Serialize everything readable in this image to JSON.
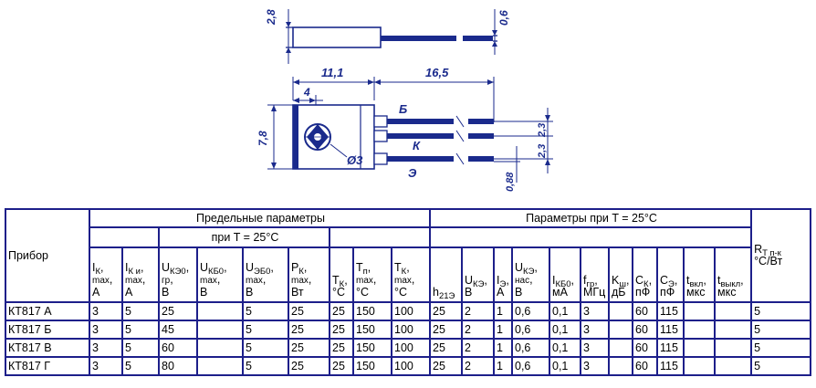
{
  "drawing": {
    "dims": {
      "thickness": "2,8",
      "lead_thickness": "0,6",
      "body_length": "11,1",
      "lead_length": "16,5",
      "hole_offset": "4",
      "height": "7,8",
      "pitch_1": "2,3",
      "pitch_2": "2,3",
      "lead_width": "0,88",
      "hole_diameter": "Ø3"
    },
    "pin_labels": {
      "base": "Б",
      "collector": "К",
      "emitter": "Э"
    }
  },
  "table": {
    "header": {
      "device": "Прибор",
      "limit_params": "Предельные параметры",
      "limit_sub": "при T = 25°C",
      "params_at": "Параметры при T = 25°C",
      "rt": {
        "main": "R",
        "sub": "T п-к",
        "unit": "°С/Вт"
      }
    },
    "columns": [
      {
        "main": "I",
        "sub": "К",
        "tail": "max",
        "unit": "А"
      },
      {
        "main": "I",
        "sub": "К и",
        "tail": "max",
        "unit": "А"
      },
      {
        "main": "U",
        "sub": "КЭ0",
        "tail": "гр",
        "unit": "В"
      },
      {
        "main": "U",
        "sub": "КБ0",
        "tail": "max",
        "unit": "В"
      },
      {
        "main": "U",
        "sub": "ЭБ0",
        "tail": "max",
        "unit": "В"
      },
      {
        "main": "P",
        "sub": "К",
        "tail": "max",
        "unit": "Вт"
      },
      {
        "main": "T",
        "sub": "К",
        "tail": "",
        "unit": "°С"
      },
      {
        "main": "T",
        "sub": "п",
        "tail": "max",
        "unit": "°С"
      },
      {
        "main": "T",
        "sub": "К",
        "tail": "max",
        "unit": "°С"
      },
      {
        "main": "h",
        "sub": "21Э",
        "tail": "",
        "unit": ""
      },
      {
        "main": "U",
        "sub": "КЭ",
        "tail": "",
        "unit": "В"
      },
      {
        "main": "I",
        "sub": "Э",
        "tail": "",
        "unit": "А"
      },
      {
        "main": "U",
        "sub": "КЭ",
        "tail": "нас",
        "unit": "В"
      },
      {
        "main": "I",
        "sub": "КБ0",
        "tail": "",
        "unit": "мА"
      },
      {
        "main": "f",
        "sub": "гр",
        "tail": "",
        "unit": "МГц"
      },
      {
        "main": "K",
        "sub": "ш",
        "tail": "",
        "unit": "дБ"
      },
      {
        "main": "C",
        "sub": "К",
        "tail": "",
        "unit": "пФ"
      },
      {
        "main": "C",
        "sub": "Э",
        "tail": "",
        "unit": "пФ"
      },
      {
        "main": "t",
        "sub": "вкл",
        "tail": "",
        "unit": "мкс"
      },
      {
        "main": "t",
        "sub": "выкл",
        "tail": "",
        "unit": "мкс"
      }
    ],
    "rows": [
      {
        "device": "КТ817 А",
        "values": [
          "3",
          "5",
          "25",
          "",
          "5",
          "25",
          "25",
          "150",
          "100",
          "25",
          "2",
          "1",
          "0,6",
          "0,1",
          "3",
          "",
          "60",
          "115",
          "",
          "",
          "5"
        ]
      },
      {
        "device": "КТ817 Б",
        "values": [
          "3",
          "5",
          "45",
          "",
          "5",
          "25",
          "25",
          "150",
          "100",
          "25",
          "2",
          "1",
          "0,6",
          "0,1",
          "3",
          "",
          "60",
          "115",
          "",
          "",
          "5"
        ]
      },
      {
        "device": "КТ817 В",
        "values": [
          "3",
          "5",
          "60",
          "",
          "5",
          "25",
          "25",
          "150",
          "100",
          "25",
          "2",
          "1",
          "0,6",
          "0,1",
          "3",
          "",
          "60",
          "115",
          "",
          "",
          "5"
        ]
      },
      {
        "device": "КТ817 Г",
        "values": [
          "3",
          "5",
          "80",
          "",
          "5",
          "25",
          "25",
          "150",
          "100",
          "25",
          "2",
          "1",
          "0,6",
          "0,1",
          "3",
          "",
          "60",
          "115",
          "",
          "",
          "5"
        ]
      }
    ]
  }
}
